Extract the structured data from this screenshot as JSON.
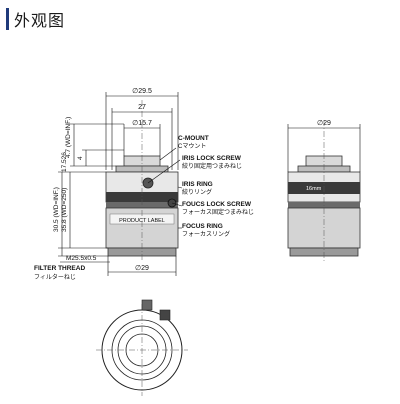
{
  "header": {
    "title": "外观图"
  },
  "dimensions": {
    "width_top": "∅29.5",
    "width_27": "27",
    "width_15_7": "∅15.7",
    "height_wd_inf_4_7": "4.7 (WD=INF.)",
    "height_17_526": "17.526",
    "height_4": "4",
    "height_30_5": "30.5 (WD=INF.)",
    "height_35_8": "35.8 (WD=250)",
    "thread": "M25.5x0.5",
    "dia_29_bottom": "∅29",
    "dia_29_side": "∅29"
  },
  "callouts": {
    "c_mount_en": "C-MOUNT",
    "c_mount_jp": "Cマウント",
    "iris_lock_en": "IRIS LOCK SCREW",
    "iris_lock_jp": "絞り固定用つまみねじ",
    "iris_ring_en": "IRIS RING",
    "iris_ring_jp": "絞りリング",
    "focus_lock_en": "FOUCS LOCK SCREW",
    "focus_lock_jp": "フォーカス固定つまみねじ",
    "focus_ring_en": "FOCUS RING",
    "focus_ring_jp": "フォーカスリング",
    "filter_en": "FILTER THREAD",
    "filter_jp": "フィルターねじ"
  },
  "lens_labels": {
    "product_label": "PRODUCT LABEL",
    "side_label": "16mm"
  }
}
